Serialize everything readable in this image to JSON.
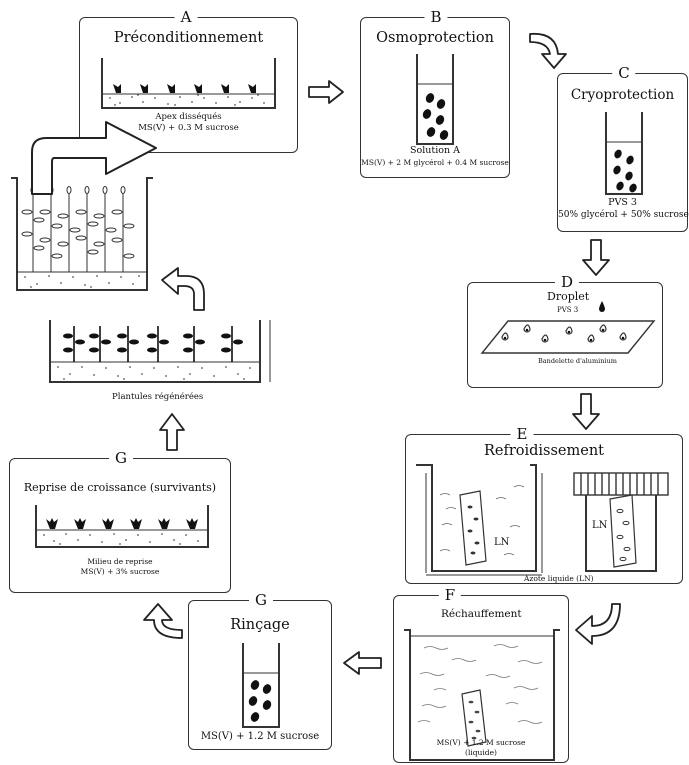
{
  "panels": {
    "a": {
      "letter": "A",
      "title": "Préconditionnement",
      "caption1": "Apex disséqués",
      "caption2": "MS(V) + 0.3 M sucrose"
    },
    "b": {
      "letter": "B",
      "title": "Osmoprotection",
      "caption1": "Solution A",
      "caption2": "MS(V) + 2 M glycérol + 0.4 M sucrose"
    },
    "c": {
      "letter": "C",
      "title": "Cryoprotection",
      "caption1": "PVS 3",
      "caption2": "50% glycérol + 50% sucrose"
    },
    "d": {
      "letter": "D",
      "title": "Droplet",
      "subtitle": "PVS 3",
      "caption1": "Bandelette d'aluminium"
    },
    "e": {
      "letter": "E",
      "title": "Refroidissement",
      "ln_left": "LN",
      "ln_right": "LN",
      "caption1": "Azote liquide (LN)"
    },
    "f": {
      "letter": "F",
      "title": "Réchauffement",
      "caption1": "MS(V) + 1.2 M sucrose",
      "caption2": "(liquide)"
    },
    "g_rinse": {
      "letter": "G",
      "title": "Rinçage",
      "caption1": "MS(V) + 1.2 M sucrose"
    },
    "g_regrowth": {
      "letter": "G",
      "title": "Reprise de croissance (survivants)",
      "caption1": "Milieu de reprise",
      "caption2": "MS(V) + 3% sucrose"
    }
  },
  "plantlets": {
    "caption": "Plantules régénérées"
  },
  "colors": {
    "line": "#333333",
    "fill": "#111111",
    "dots": "#555555"
  }
}
